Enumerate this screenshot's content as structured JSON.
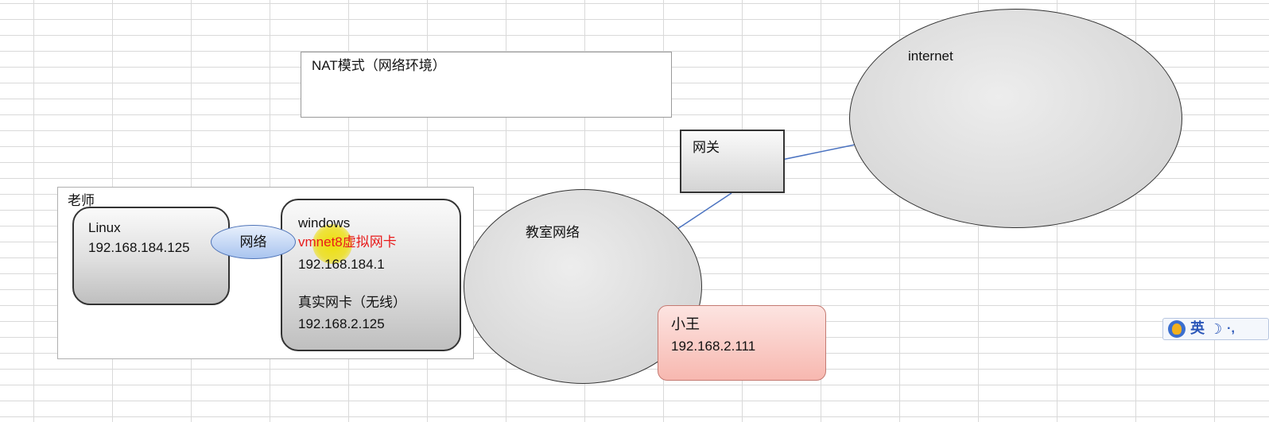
{
  "title_box": {
    "text": "NAT模式（网络环境）"
  },
  "teacher_group": {
    "label": "老师"
  },
  "linux_box": {
    "name": "Linux",
    "ip": "192.168.184.125"
  },
  "network_bubble": {
    "label": "网络"
  },
  "windows_box": {
    "name": "windows",
    "vmnet": "vmnet8虚拟网卡",
    "vmnet_ip": "192.168.184.1",
    "real_nic": "真实网卡（无线）",
    "real_ip": "192.168.2.125"
  },
  "classroom": {
    "label": "教室网络"
  },
  "gateway": {
    "label": "网关"
  },
  "internet": {
    "label": "internet"
  },
  "xiaowang": {
    "name": "小王",
    "ip": "192.168.2.111"
  },
  "ime_toolbar": {
    "lang": "英"
  },
  "colors": {
    "vmnet_text": "#e81b1b",
    "connector_line": "#4a72c0",
    "pink_fill": "#f7b8b0",
    "bubble_fill": "#a9c4ef"
  }
}
